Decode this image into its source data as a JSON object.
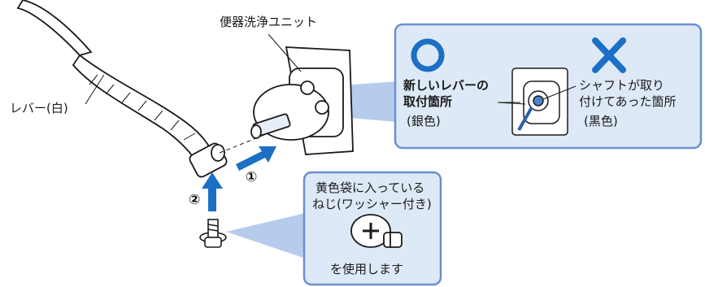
{
  "labels": {
    "unit_title": "便器洗浄ユニット",
    "lever": "レバー(白)",
    "step1": "①",
    "step2": "②"
  },
  "detail_box": {
    "ok_symbol": "◯",
    "ng_symbol": "✕",
    "ok_line1": "新しいレバーの",
    "ok_line2": "取付箇所",
    "ok_line3": "(銀色)",
    "ng_line1": "シャフトが取り",
    "ng_line2": "付けてあった箇所",
    "ng_line3": "(黒色)"
  },
  "screw_box": {
    "line1": "黄色袋に入っている",
    "line2": "ねじ(ワッシャー付き)",
    "line3": "を使用します"
  },
  "colors": {
    "panel_bg": "#dde9f7",
    "panel_border": "#6b8fd0",
    "accent_blue": "#1b6fc4",
    "callout_fill": "#9bb8e6",
    "line_art": "#1a1a1a"
  }
}
